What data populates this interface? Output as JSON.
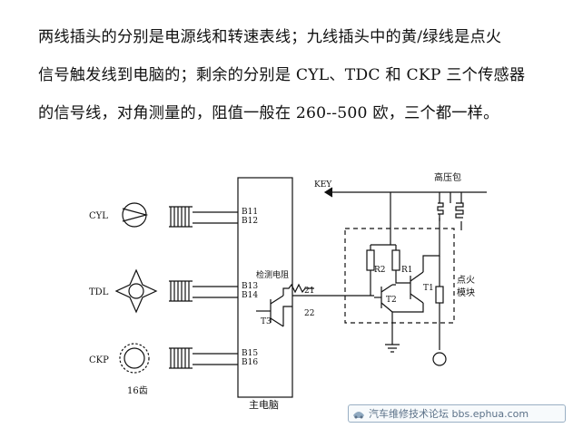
{
  "paragraph": {
    "line1": "两线插头的分别是电源线和转速表线；九线插头中的黄/绿线是点火",
    "line2": "信号触发线到电脑的；剩余的分别是 CYL、TDC 和 CKP 三个传感器",
    "line3": "的信号线，对角测量的，阻值一般在 260--500 欧，三个都一样。"
  },
  "diagram": {
    "sensors": {
      "cyl": "CYL",
      "tdl": "TDL",
      "ckp": "CKP",
      "teeth": "16齿"
    },
    "ecu": {
      "label": "主电脑",
      "pins": {
        "b11": "B11",
        "b12": "B12",
        "b13": "B13",
        "b14": "B14",
        "b15": "B15",
        "b16": "B16"
      }
    },
    "resistor_label": "检测电阻",
    "pins": {
      "p21": "21",
      "p22": "22"
    },
    "transistors": {
      "t3": "T3",
      "t2": "T2",
      "t1": "T1"
    },
    "resistors": {
      "r2": "R2",
      "r1": "R1"
    },
    "key": "KEY",
    "coil": "高压包",
    "ignition_module_line1": "点火",
    "ignition_module_line2": "模块"
  },
  "watermark": {
    "text": "汽车维修技术论坛 bbs.ephua.com"
  }
}
